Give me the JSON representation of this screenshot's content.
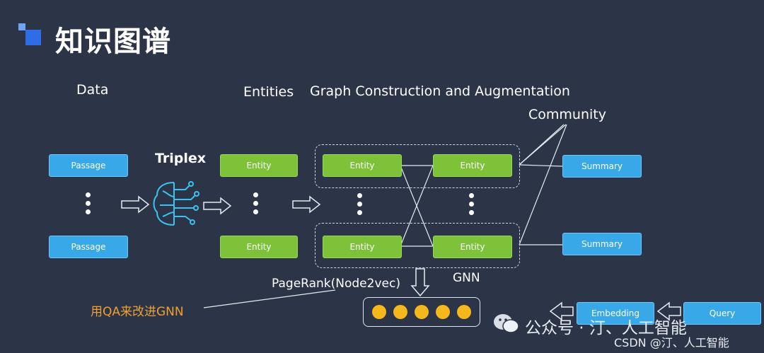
{
  "title": "知识图谱",
  "columns": {
    "data": "Data",
    "entities": "Entities",
    "graph": "Graph Construction and Augmentation",
    "community": "Community"
  },
  "passages": [
    "Passage",
    "Passage"
  ],
  "triplex": "Triplex",
  "entities_left": [
    "Entity",
    "Entity"
  ],
  "graph_entities": [
    "Entity",
    "Entity",
    "Entity",
    "Entity"
  ],
  "summaries": [
    "Summary",
    "Summary"
  ],
  "pagerank": "PageRank(Node2vec)",
  "gnn": "GNN",
  "note": "用QA来改进GNN",
  "embedding": "Embedding",
  "query": "Query",
  "watermark": {
    "wechat": "公众号 · 汀、人工智能",
    "csdn": "CSDN @汀、人工智能"
  },
  "colors": {
    "background": "#2c3447",
    "passage_box": "#39a8e8",
    "entity_box": "#7ec23a",
    "note": "#f0a030",
    "embedding_dot": "#f5b81c",
    "logo_blue": "#2d6ee8"
  },
  "icons": [
    "brain-icon",
    "right-arrow-icon",
    "down-arrow-icon",
    "left-arrow-icon",
    "wechat-icon"
  ]
}
